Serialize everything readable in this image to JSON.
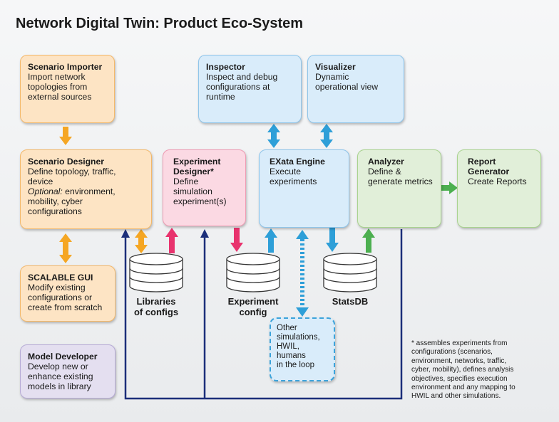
{
  "title": "Network Digital Twin: Product Eco-System",
  "boxes": {
    "scenario_importer": {
      "heading": "Scenario Importer",
      "body": "Import network\ntopologies from\nexternal sources"
    },
    "scenario_designer": {
      "heading": "Scenario Designer",
      "body": "Define topology, traffic,\ndevice",
      "optional_label": "Optional:",
      "optional_text": " environment,\nmobility, cyber\nconfigurations"
    },
    "scalable_gui": {
      "heading": "SCALABLE GUI",
      "body": "Modify existing\nconfigurations or\ncreate from scratch"
    },
    "model_developer": {
      "heading": "Model Developer",
      "body": "Develop new or\nenhance existing\nmodels in library"
    },
    "experiment_designer": {
      "heading": "Experiment\nDesigner*",
      "body": "Define\nsimulation\nexperiment(s)"
    },
    "inspector": {
      "heading": "Inspector",
      "body": "Inspect and debug\nconfigurations at\nruntime"
    },
    "visualizer": {
      "heading": "Visualizer",
      "body": "Dynamic\noperational view"
    },
    "exata_engine": {
      "heading": "EXata Engine",
      "body": "Execute\nexperiments"
    },
    "analyzer": {
      "heading": "Analyzer",
      "body": "Define &\ngenerate metrics"
    },
    "report_generator": {
      "heading": "Report\nGenerator",
      "body": "Create Reports"
    },
    "other_simulations": {
      "body": "Other\nsimulations,\nHWIL,\nhumans\nin the loop"
    }
  },
  "databases": {
    "libraries": "Libraries\nof configs",
    "experiment_config": "Experiment\nconfig",
    "statsdb": "StatsDB"
  },
  "footnote": "* assembles experiments from\nconfigurations (scenarios,\nenvironment, networks, traffic,\ncyber, mobility), defines analysis\nobjectives, specifies execution\nenvironment and any mapping to\nHWIL and other simulations.",
  "colors": {
    "orange_arrow": "#f5a623",
    "blue_arrow": "#2e9fd8",
    "pink_arrow": "#e8336e",
    "green_arrow": "#4caf50",
    "navy_line": "#1c2f7a"
  }
}
